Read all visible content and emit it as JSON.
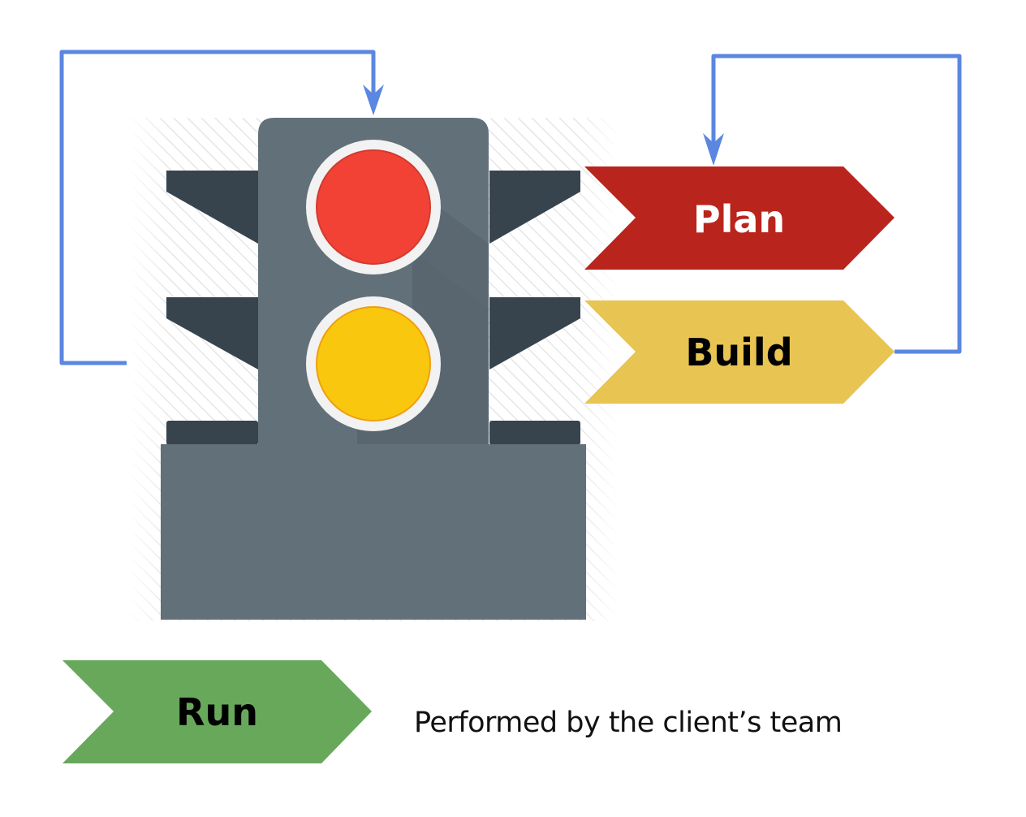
{
  "diagram": {
    "stages": [
      {
        "id": "plan",
        "label": "Plan",
        "fill": "#B9251C",
        "text_color": "#FFFFFF"
      },
      {
        "id": "build",
        "label": "Build",
        "fill": "#E8C452",
        "text_color": "#000000"
      },
      {
        "id": "run",
        "label": "Run",
        "fill": "#68A85A",
        "text_color": "#000000"
      }
    ],
    "run_caption": "Performed by the client’s team",
    "connector_color": "#5B87E0",
    "traffic_light": {
      "lights": [
        {
          "name": "red",
          "color": "#F24236"
        },
        {
          "name": "amber",
          "color": "#F9C80E"
        }
      ],
      "body_color": "#627079",
      "bracket_color": "#37444E"
    }
  }
}
